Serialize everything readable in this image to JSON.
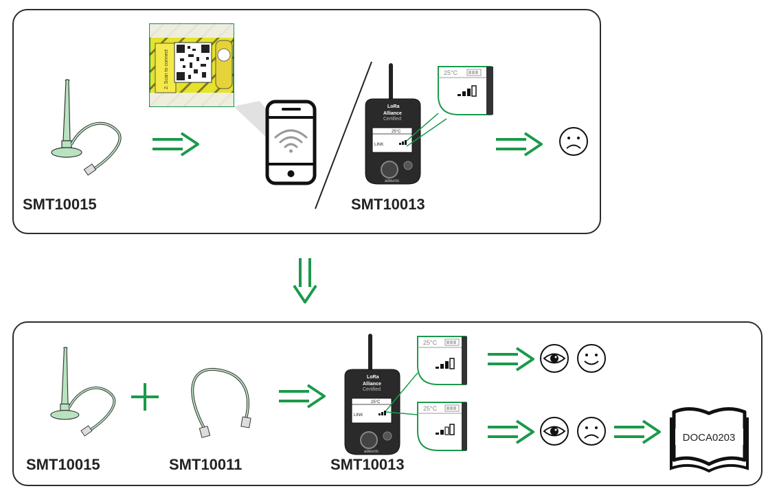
{
  "top_panel": {
    "antenna_label": "SMT10015",
    "device_label": "SMT10013",
    "qr_label_text": "2. Scan to connect",
    "zoom_temperature": "25°C",
    "device_screen": {
      "temperature": "25°C",
      "link_text": "LINK",
      "logo_line1": "LoRa",
      "logo_line2": "Alliance",
      "logo_line3": "Certified",
      "brand": "adeunis"
    },
    "result": "sad-face"
  },
  "bottom_panel": {
    "antenna_label": "SMT10015",
    "cable_label": "SMT10011",
    "device_label": "SMT10013",
    "device_screen": {
      "temperature": "25°C",
      "link_text": "LINK",
      "logo_line1": "LoRa",
      "logo_line2": "Alliance",
      "logo_line3": "Certified",
      "brand": "adeunis"
    },
    "zoom_upper": {
      "temperature": "25°C",
      "result": [
        "eye",
        "happy-face"
      ]
    },
    "zoom_lower": {
      "temperature": "25°C",
      "result": [
        "eye",
        "sad-face",
        "manual"
      ]
    },
    "manual_reference": "DOCA0203"
  },
  "colors": {
    "accent_green": "#1a9a4a",
    "outline": "#2b2b2b",
    "antenna_green": "#9fd6a8"
  }
}
